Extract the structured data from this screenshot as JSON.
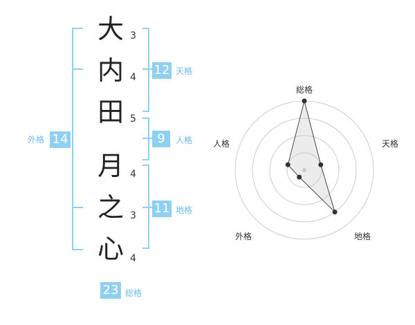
{
  "name": {
    "chars": [
      {
        "ch": "大",
        "strokes": "3"
      },
      {
        "ch": "内",
        "strokes": "4"
      },
      {
        "ch": "田",
        "strokes": "5"
      },
      {
        "ch": "月",
        "strokes": "4"
      },
      {
        "ch": "之",
        "strokes": "3"
      },
      {
        "ch": "心",
        "strokes": "4"
      }
    ]
  },
  "fortune": {
    "tenkaku": {
      "value": "12",
      "label": "天格"
    },
    "jinkaku": {
      "value": "9",
      "label": "人格"
    },
    "chikaku": {
      "value": "11",
      "label": "地格"
    },
    "gaikaku": {
      "value": "14",
      "label": "外格"
    },
    "soukaku": {
      "value": "23",
      "label": "総格"
    }
  },
  "colors": {
    "accent": "#8ecff2",
    "accent_text": "#6dbcea",
    "ink": "#222222",
    "grid": "#cccccc"
  },
  "chart_data": {
    "type": "radar",
    "axes": [
      "総格",
      "天格",
      "地格",
      "外格",
      "人格"
    ],
    "values": [
      4,
      1,
      3,
      0.5,
      1
    ],
    "scale_max": 4,
    "rings": 4
  }
}
